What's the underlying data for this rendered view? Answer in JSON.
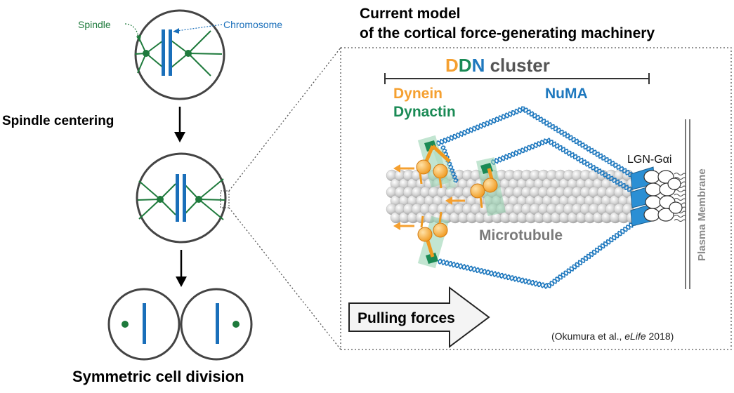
{
  "labels": {
    "spindle": "Spindle",
    "chromosome": "Chromosome",
    "spindle_centering": "Spindle centering",
    "symmetric_division": "Symmetric cell division"
  },
  "title": {
    "line1": "Current model",
    "line2": "of the cortical force-generating machinery"
  },
  "cluster": {
    "d1": "D",
    "d2": "D",
    "n": "N",
    "rest": " cluster"
  },
  "components": {
    "dynein": "Dynein",
    "dynactin": "Dynactin",
    "numa": "NuMA",
    "lgn": "LGN-Gαi",
    "microtubule": "Microtubule",
    "membrane": "Plasma Membrane"
  },
  "pulling": "Pulling forces",
  "citation": {
    "pre": "(Okumura et al., ",
    "journal": "eLife",
    "post": " 2018)"
  },
  "colors": {
    "dynein": "#f5a030",
    "dynactin": "#1a8a55",
    "numa": "#1e78be",
    "spindle": "#1e7a3c",
    "chromosome": "#1a6fba",
    "gray_text": "#7a7a7a"
  }
}
